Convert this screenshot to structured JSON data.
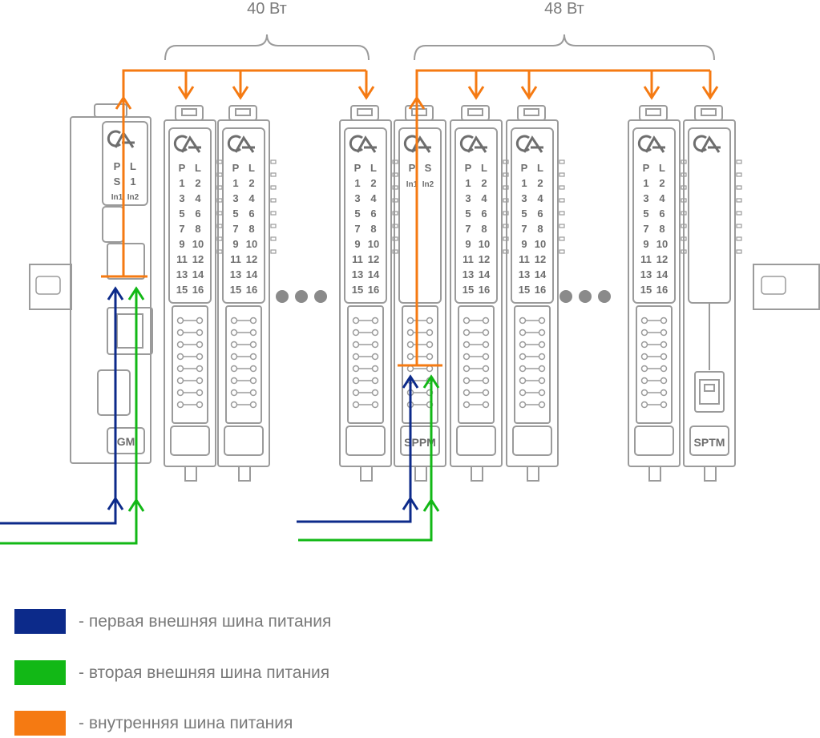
{
  "colors": {
    "ext_bus_1": "#0c2a8a",
    "ext_bus_2": "#12b816",
    "internal_bus": "#f57a12",
    "module_stroke": "#9b9b9b",
    "text_gray": "#7a7a7a"
  },
  "power_groups": [
    {
      "label": "40 Вт"
    },
    {
      "label": "48 Вт"
    }
  ],
  "ellipsis": "•••",
  "head_module": {
    "letters": [
      "P",
      "L",
      "S",
      "1",
      "In1",
      "In2"
    ],
    "label": "GM"
  },
  "io_numbers": [
    "P",
    "L",
    "1",
    "2",
    "3",
    "4",
    "5",
    "6",
    "7",
    "8",
    "9",
    "10",
    "11",
    "12",
    "13",
    "14",
    "15",
    "16"
  ],
  "power_module": {
    "letters": [
      "P",
      "S",
      "In1",
      "In2"
    ],
    "label": "SPPM"
  },
  "terminal_module": {
    "label": "SPTM"
  },
  "legend": [
    {
      "color_key": "ext_bus_1",
      "text": "- первая внешняя шина питания"
    },
    {
      "color_key": "ext_bus_2",
      "text": "- вторая внешняя шина питания"
    },
    {
      "color_key": "internal_bus",
      "text": "- внутренняя шина питания"
    }
  ]
}
